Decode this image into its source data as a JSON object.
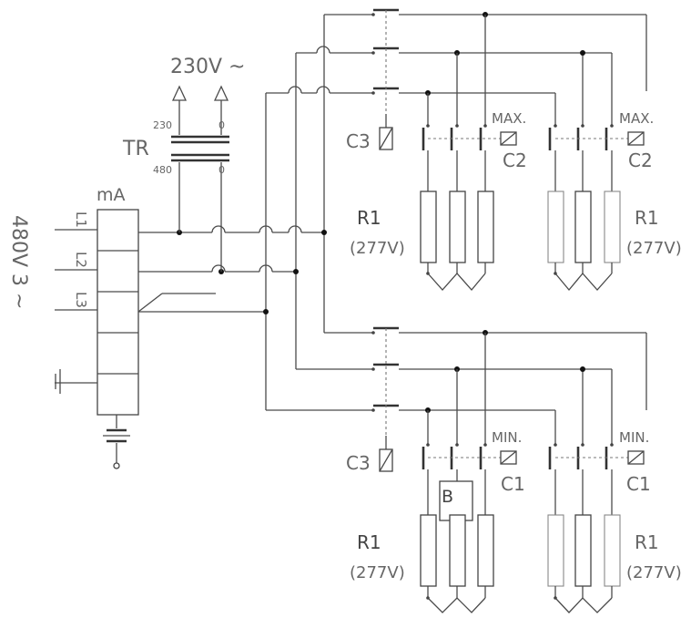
{
  "supply": {
    "voltage": "480V 3 ~",
    "phases": [
      "L1",
      "L2",
      "L3"
    ]
  },
  "meter_label": "mA",
  "transformer": {
    "label": "TR",
    "output": "230V ~",
    "primary_tap": "480",
    "secondary_tap": "230",
    "common_top": "0",
    "common_bottom": "0"
  },
  "groups": [
    {
      "contactor": "C3",
      "coil_left": "C2",
      "coil_right": "C2",
      "mode_left": "MAX.",
      "mode_right": "MAX.",
      "res_left": "R1",
      "res_right": "R1",
      "rating_left": "(277V)",
      "rating_right": "(277V)"
    },
    {
      "contactor": "C3",
      "coil_left": "C1",
      "coil_right": "C1",
      "mode_left": "MIN.",
      "mode_right": "MIN.",
      "res_left": "R1",
      "res_right": "R1",
      "rating_left": "(277V)",
      "rating_right": "(277V)"
    }
  ],
  "marker": "B"
}
